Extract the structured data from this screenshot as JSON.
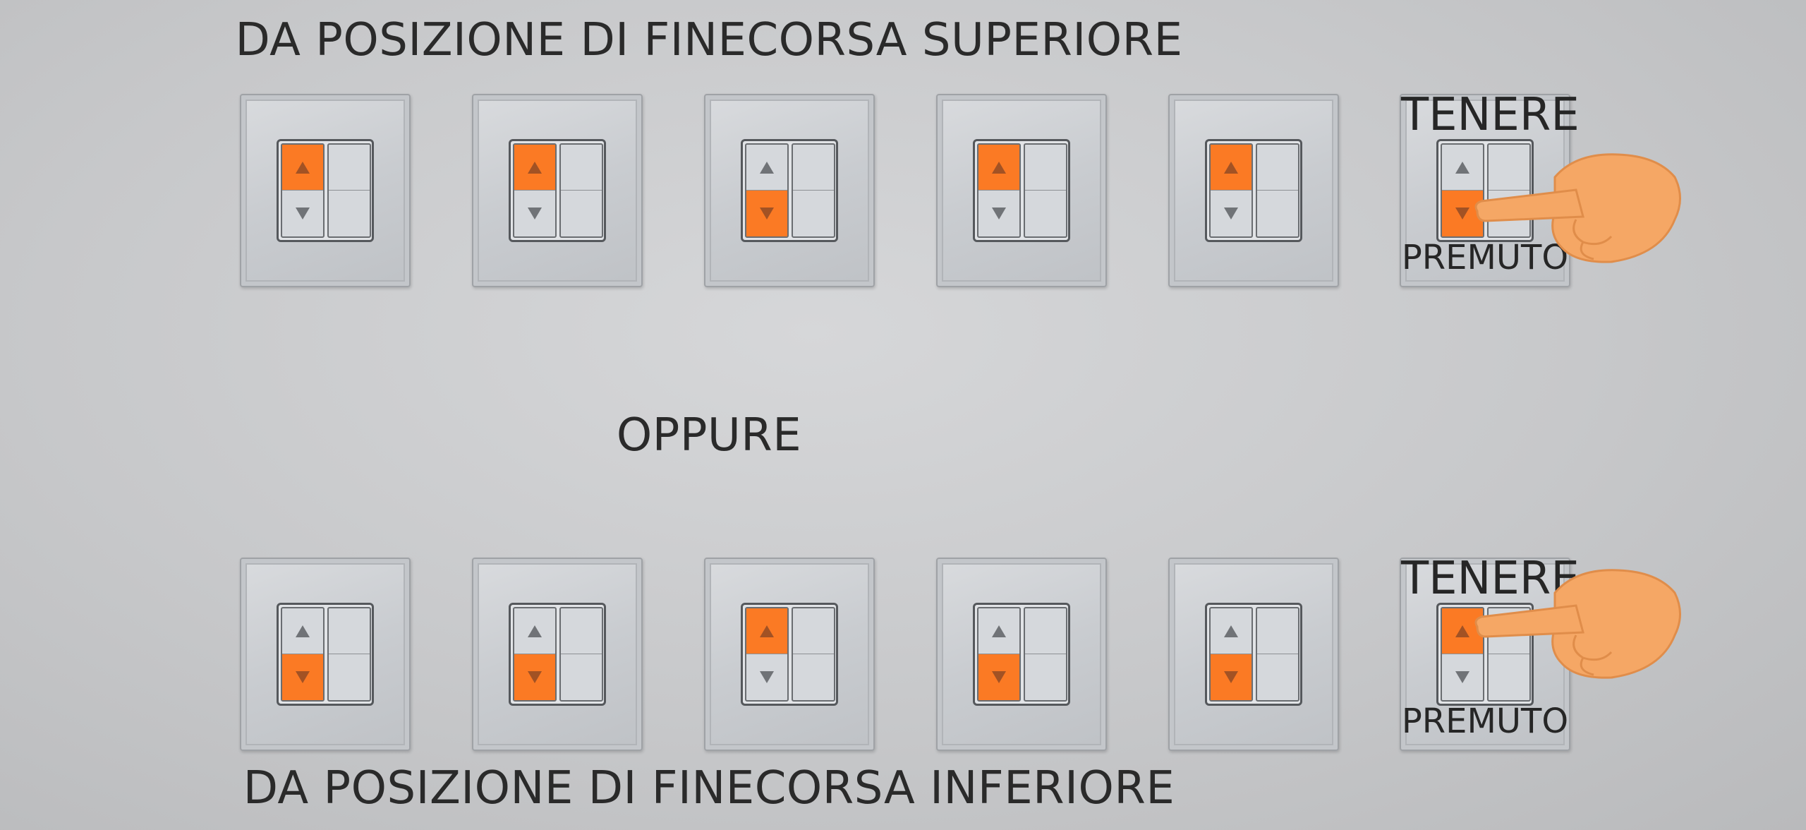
{
  "titles": {
    "top": "DA POSIZIONE DI FINECORSA SUPERIORE",
    "middle": "OPPURE",
    "bottom": "DA POSIZIONE DI FINECORSA INFERIORE"
  },
  "colors": {
    "lit": "#fb7a24",
    "hand": "#f5a765"
  },
  "rows": [
    {
      "id": "top",
      "steps": [
        {
          "lit": "up"
        },
        {
          "lit": "up"
        },
        {
          "lit": "down"
        },
        {
          "lit": "up"
        },
        {
          "lit": "up"
        },
        {
          "lit": "down",
          "hold": true
        }
      ]
    },
    {
      "id": "bottom",
      "steps": [
        {
          "lit": "down"
        },
        {
          "lit": "down"
        },
        {
          "lit": "up"
        },
        {
          "lit": "down"
        },
        {
          "lit": "down"
        },
        {
          "lit": "up",
          "hold": true
        }
      ]
    }
  ],
  "hold_label": {
    "top": "TENERE",
    "bottom": "PREMUTO"
  },
  "icons": {
    "up": "up-triangle-icon",
    "down": "down-triangle-icon",
    "hand": "pointing-hand-icon"
  }
}
